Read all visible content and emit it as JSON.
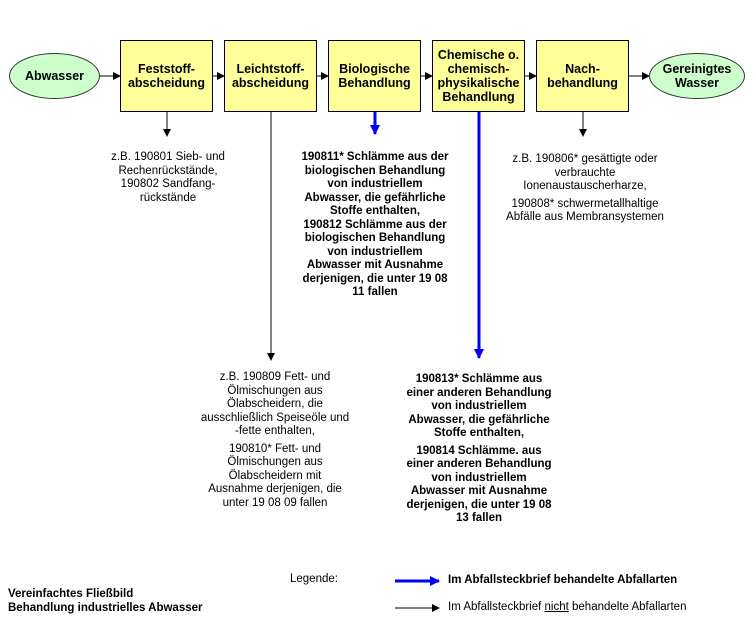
{
  "diagram": {
    "start": "Abwasser",
    "end": [
      "Gereinigtes",
      "Wasser"
    ],
    "steps": [
      {
        "lines": [
          "Feststoff-",
          "abscheidung"
        ]
      },
      {
        "lines": [
          "Leichtstoff-",
          "abscheidung"
        ]
      },
      {
        "lines": [
          "Biologische",
          "Behandlung"
        ]
      },
      {
        "lines": [
          "Chemische o.",
          "chemisch-",
          "physikalische",
          "Behandlung"
        ]
      },
      {
        "lines": [
          "Nach-",
          "behandlung"
        ]
      }
    ],
    "notes": {
      "feststoff": {
        "paragraphs": [
          "z.B. 190801 Sieb- und Rechenrückstände, 190802 Sandfang-rückstände"
        ]
      },
      "biologisch": {
        "paragraphs": [
          "190811* Schlämme aus der biologischen Behandlung von industriellem Abwasser, die gefährliche Stoffe enthalten,",
          "190812 Schlämme aus der biologischen Behandlung von industriellem Abwasser mit Ausnahme derjenigen, die unter 19 08 11 fallen"
        ]
      },
      "nachbehandlung": {
        "paragraphs": [
          "z.B. 190806* gesättigte oder verbrauchte Ionenaustauscherharze,",
          "190808* schwermetallhaltige Abfälle aus Membransystemen"
        ]
      },
      "leichtstoff": {
        "paragraphs": [
          "z.B. 190809 Fett- und Ölmischungen aus Ölabscheidern, die ausschließlich Speiseöle und -fette enthalten,",
          "190810* Fett- und Ölmischungen aus Ölabscheidern mit Ausnahme derjenigen, die unter 19 08 09 fallen"
        ]
      },
      "chemisch": {
        "paragraphs": [
          "190813* Schlämme aus einer anderen Behandlung von industriellem Abwasser, die gefährliche Stoffe enthalten,",
          "190814 Schlämme. aus einer anderen Behandlung von industriellem Abwasser mit Ausnahme derjenigen, die unter 19 08 13 fallen"
        ]
      }
    }
  },
  "caption": {
    "line1": "Vereinfachtes Fließbild",
    "line2": "Behandlung industrielles Abwasser"
  },
  "legend": {
    "title": "Legende:",
    "treated": "Im Abfallsteckbrief behandelte Abfallarten",
    "not_treated_prefix": "Im Abfallsteckbrief ",
    "not_treated_emph": "nicht",
    "not_treated_suffix": " behandelte Abfallarten"
  },
  "colors": {
    "box_fill": "#ffff99",
    "ellipse_fill": "#ccffcc",
    "treated_arrow": "#0000ff",
    "untreated_arrow": "#000000"
  }
}
